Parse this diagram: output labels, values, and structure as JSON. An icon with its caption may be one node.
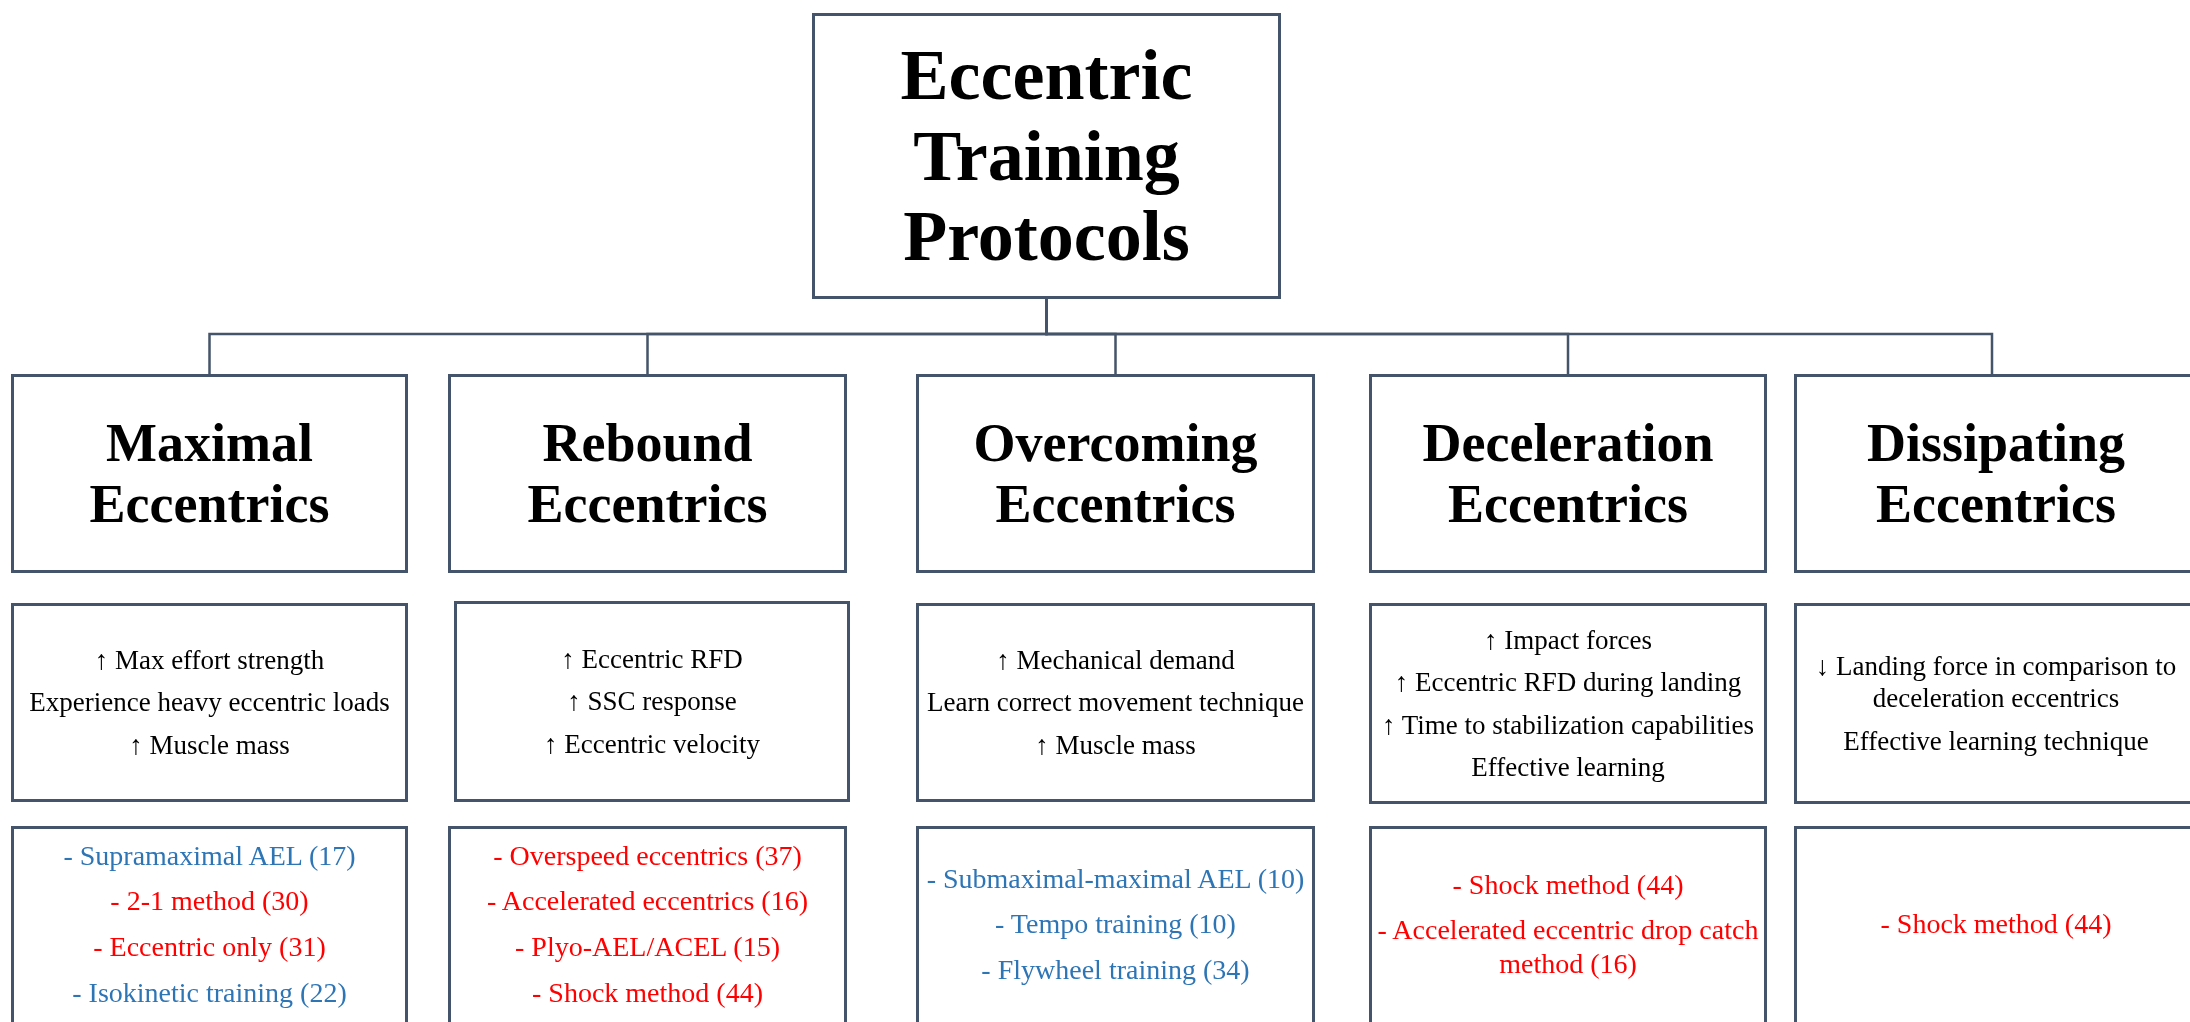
{
  "diagram": {
    "nodes": [
      {
        "text": [
          "Eccentric Training Protocols"
        ]
      },
      {
        "text": [
          "Maximal Eccentrics"
        ]
      },
      {
        "text": [
          "Rebound Eccentrics"
        ]
      },
      {
        "text": [
          "Overcoming Eccentrics"
        ]
      },
      {
        "text": [
          "Deceleration Eccentrics"
        ]
      },
      {
        "text": [
          "Dissipating Eccentrics"
        ]
      },
      {
        "text": [
          "↑ Max effort strength",
          "Experience heavy eccentric loads",
          "↑ Muscle mass"
        ]
      },
      {
        "text": [
          "↑ Eccentric RFD",
          "↑ SSC response",
          "↑ Eccentric velocity"
        ]
      },
      {
        "text": [
          "↑ Mechanical demand",
          "Learn correct movement technique",
          "↑ Muscle mass"
        ]
      },
      {
        "text": [
          "↑ Impact forces",
          "↑ Eccentric RFD during landing",
          "↑ Time to stabilization capabilities",
          "Effective learning"
        ]
      },
      {
        "text": [
          "↓ Landing force in comparison to deceleration eccentrics",
          "Effective learning technique"
        ]
      },
      {
        "text": [
          "- Supramaximal AEL (17)",
          "- 2-1 method (30)",
          "- Eccentric only (31)",
          "- Isokinetic training (22)"
        ]
      },
      {
        "text": [
          "- Overspeed eccentrics (37)",
          "- Accelerated eccentrics (16)",
          "- Plyo-AEL/ACEL (15)",
          "- Shock method (44)"
        ]
      },
      {
        "text": [
          "- Submaximal-maximal AEL (10)",
          "- Tempo training (10)",
          "- Flywheel training (34)"
        ]
      },
      {
        "text": [
          "- Shock method (44)",
          "- Accelerated eccentric drop catch method (16)"
        ]
      },
      {
        "text": [
          "- Shock method (44)"
        ]
      }
    ],
    "edges": [
      {
        "from": 0,
        "to": 1,
        "arrow": "none"
      },
      {
        "from": 0,
        "to": 2,
        "arrow": "none"
      },
      {
        "from": 0,
        "to": 3,
        "arrow": "none"
      },
      {
        "from": 0,
        "to": 4,
        "arrow": "none"
      },
      {
        "from": 0,
        "to": 5,
        "arrow": "none"
      }
    ]
  }
}
